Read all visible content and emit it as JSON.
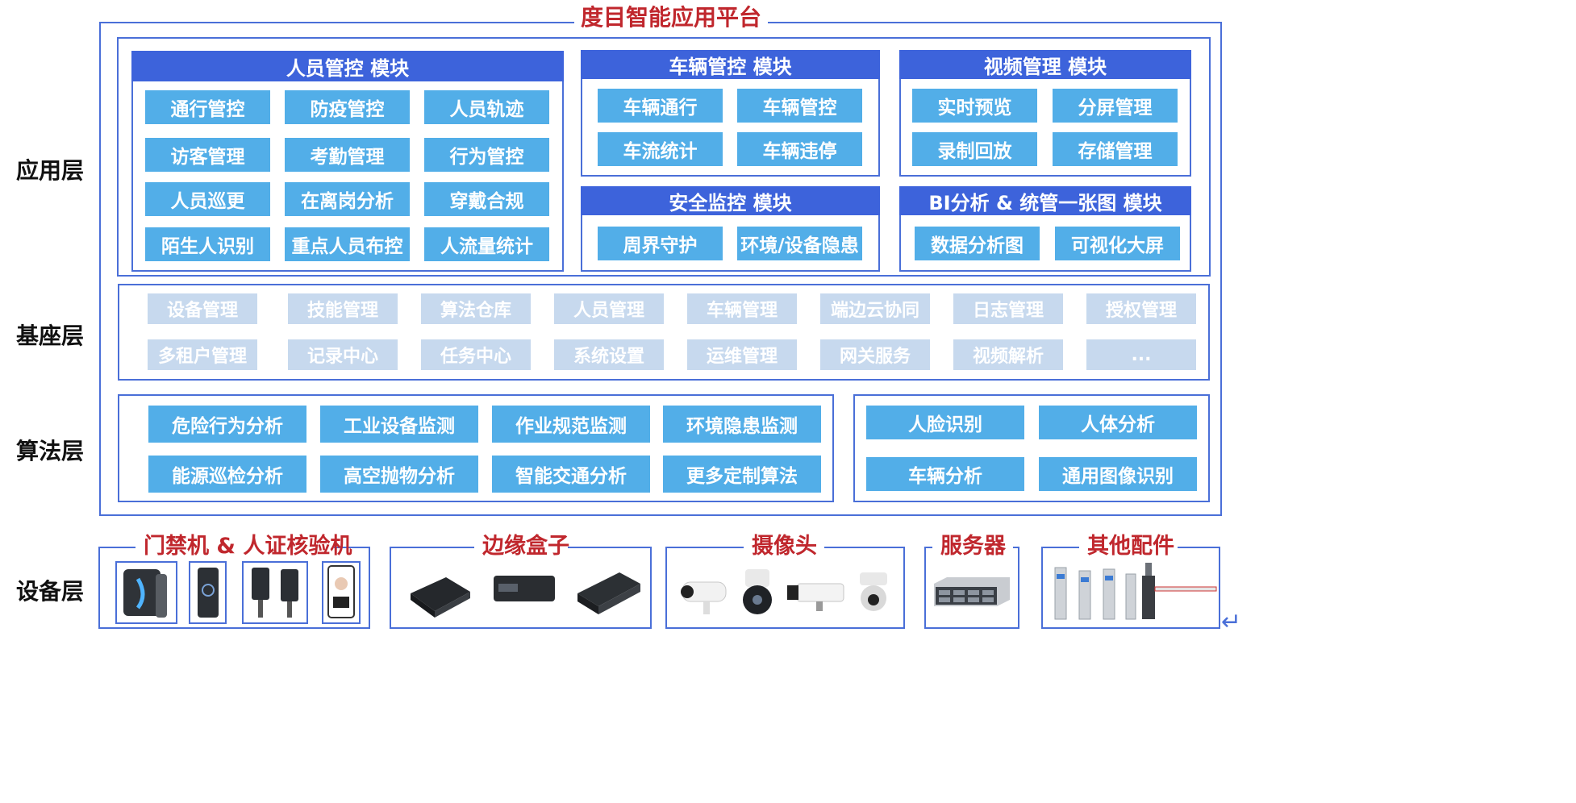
{
  "platform": {
    "title": "度目智能应用平台"
  },
  "layers": {
    "app": "应用层",
    "base": "基座层",
    "algo": "算法层",
    "device": "设备层"
  },
  "modules": {
    "person": {
      "title": "人员管控 模块",
      "items": [
        "通行管控",
        "防疫管控",
        "人员轨迹",
        "访客管理",
        "考勤管理",
        "行为管控",
        "人员巡更",
        "在离岗分析",
        "穿戴合规",
        "陌生人识别",
        "重点人员布控",
        "人流量统计"
      ]
    },
    "vehicle": {
      "title": "车辆管控 模块",
      "items": [
        "车辆通行",
        "车辆管控",
        "车流统计",
        "车辆违停"
      ]
    },
    "video": {
      "title": "视频管理 模块",
      "items": [
        "实时预览",
        "分屏管理",
        "录制回放",
        "存储管理"
      ]
    },
    "security": {
      "title": "安全监控 模块",
      "items": [
        "周界守护",
        "环境/设备隐患"
      ]
    },
    "bi": {
      "title": "BI分析 & 统管一张图 模块",
      "items": [
        "数据分析图",
        "可视化大屏"
      ]
    }
  },
  "base_items": [
    "设备管理",
    "技能管理",
    "算法仓库",
    "人员管理",
    "车辆管理",
    "端边云协同",
    "日志管理",
    "授权管理",
    "多租户管理",
    "记录中心",
    "任务中心",
    "系统设置",
    "运维管理",
    "网关服务",
    "视频解析",
    "..."
  ],
  "algo_left": [
    "危险行为分析",
    "工业设备监测",
    "作业规范监测",
    "环境隐患监测",
    "能源巡检分析",
    "高空抛物分析",
    "智能交通分析",
    "更多定制算法"
  ],
  "algo_right": [
    "人脸识别",
    "人体分析",
    "车辆分析",
    "通用图像识别"
  ],
  "devices": {
    "access": "门禁机 & 人证核验机",
    "edge": "边缘盒子",
    "camera": "摄像头",
    "server": "服务器",
    "other": "其他配件"
  },
  "icons": {
    "return": "return-arrow-icon"
  }
}
